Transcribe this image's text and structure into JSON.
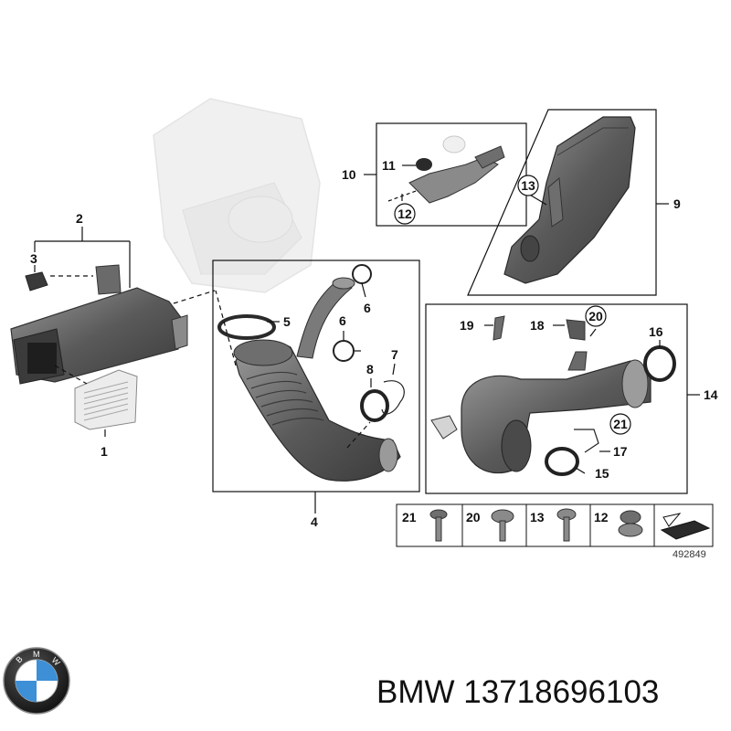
{
  "diagram": {
    "callouts": {
      "p1": "1",
      "p2": "2",
      "p3": "3",
      "p4": "4",
      "p5": "5",
      "p6a": "6",
      "p6b": "6",
      "p7": "7",
      "p8": "8",
      "p9": "9",
      "p10": "10",
      "p11": "11",
      "p12": "12",
      "p13": "13",
      "p14": "14",
      "p15": "15",
      "p16": "16",
      "p17": "17",
      "p18": "18",
      "p19": "19",
      "p20": "20",
      "p21": "21"
    },
    "fasteners": [
      {
        "label": "21"
      },
      {
        "label": "20"
      },
      {
        "label": "13"
      },
      {
        "label": "12"
      }
    ],
    "diagram_number": "492849"
  },
  "caption": "BMW 13718696103",
  "colors": {
    "part_dark": "#5a5a5a",
    "part_mid": "#8a8a8a",
    "part_light": "#d4d4d4",
    "ghost": "#e6e6e6",
    "line": "#111111"
  }
}
